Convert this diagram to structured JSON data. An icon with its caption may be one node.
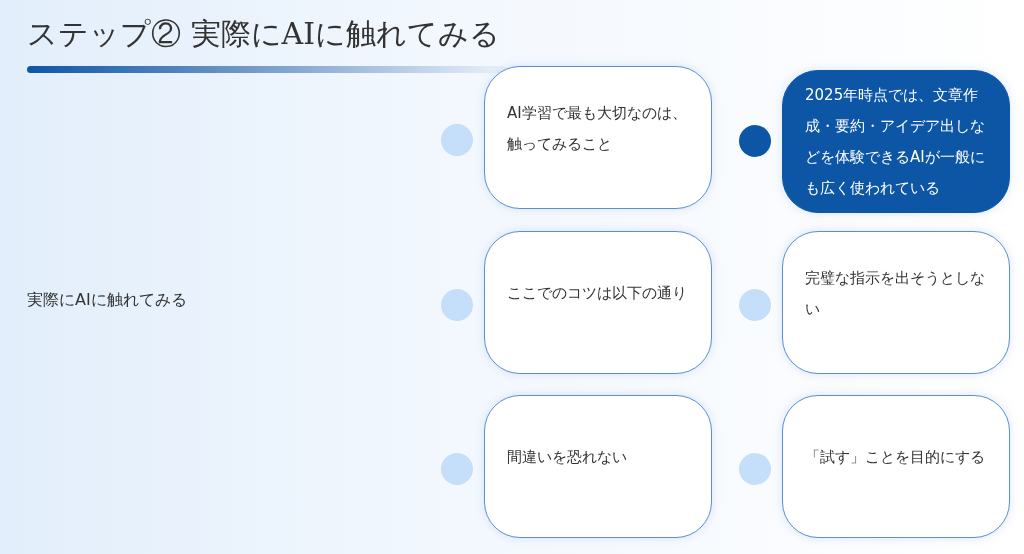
{
  "diagram": {
    "title": "ステップ② 実際にAIに触れてみる",
    "nodes": [
      {
        "text": [
          "AI学習で最も大切なのは、触ってみること"
        ]
      },
      {
        "text": [
          "2025年時点では、文章作成・要約・アイデア出しなどを体験できるAIが一般にも広く使われている"
        ]
      },
      {
        "text": [
          "ここでのコツは以下の通り"
        ]
      },
      {
        "text": [
          "完璧な指示を出そうとしない"
        ]
      },
      {
        "text": [
          "間違いを恐れない"
        ]
      },
      {
        "text": [
          "「試す」ことを目的にする"
        ]
      }
    ],
    "edges": [],
    "labels": [
      "実際にAIに触れてみる"
    ]
  }
}
